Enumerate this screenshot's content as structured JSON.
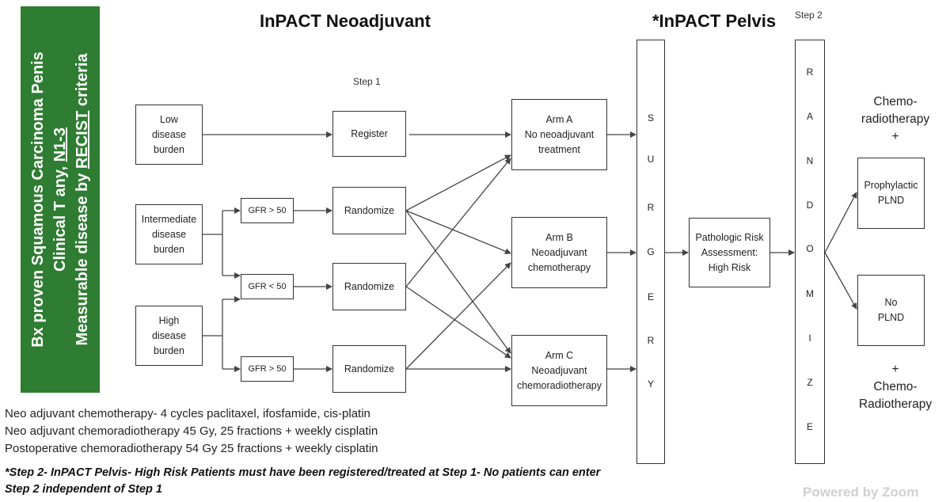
{
  "sidebar": {
    "line1": "Bx proven Squamous Carcinoma Penis",
    "line2_a": "Clinical T any, ",
    "line2_b": "N1-3",
    "line3_a": "Measurable disease by ",
    "line3_b": "RECIST",
    "line3_c": " criteria"
  },
  "titles": {
    "neoadjuvant": "InPACT Neoadjuvant",
    "pelvis": "*InPACT Pelvis",
    "step1": "Step 1",
    "step2": "Step 2"
  },
  "burden": {
    "low": [
      "Low",
      "disease",
      "burden"
    ],
    "intermediate": [
      "Intermediate",
      "disease",
      "burden"
    ],
    "high": [
      "High",
      "disease",
      "burden"
    ]
  },
  "gfr": {
    "top": "GFR > 50",
    "mid": "GFR < 50",
    "bottom": "GFR > 50"
  },
  "actions": {
    "register": "Register",
    "randomize": "Randomize"
  },
  "arms": {
    "a": [
      "Arm A",
      "No neoadjuvant",
      "treatment"
    ],
    "b": [
      "Arm B",
      "Neoadjuvant",
      "chemotherapy"
    ],
    "c": [
      "Arm C",
      "Neoadjuvant",
      "chemoradiotherapy"
    ]
  },
  "surgery_letters": [
    "S",
    "U",
    "R",
    "G",
    "E",
    "R",
    "Y"
  ],
  "randomize_letters": [
    "R",
    "A",
    "N",
    "D",
    "O",
    "M",
    "I",
    "Z",
    "E"
  ],
  "pathologic": [
    "Pathologic Risk",
    "Assessment:",
    "High Risk"
  ],
  "outcomes": {
    "prophylactic": [
      "Prophylactic",
      "PLND"
    ],
    "no_plnd": [
      "No",
      "PLND"
    ]
  },
  "side_text": {
    "top": [
      "Chemo-",
      "radiotherapy",
      "+"
    ],
    "bottom": [
      "+",
      "Chemo-",
      "Radiotherapy"
    ]
  },
  "footer": {
    "line1": "Neo adjuvant chemotherapy- 4 cycles paclitaxel, ifosfamide, cis-platin",
    "line2": "Neo adjuvant chemoradiotherapy 45 Gy, 25 fractions + weekly cisplatin",
    "line3": "Postoperative chemoradiotherapy 54 Gy 25 fractions + weekly cisplatin",
    "note1": "*Step 2- InPACT Pelvis- High Risk Patients must have been registered/treated at Step 1- No patients can enter",
    "note2": "Step 2  independent of Step 1"
  },
  "watermark": "Powered by Zoom",
  "colors": {
    "green": "#2e7d32",
    "line": "#444444"
  }
}
